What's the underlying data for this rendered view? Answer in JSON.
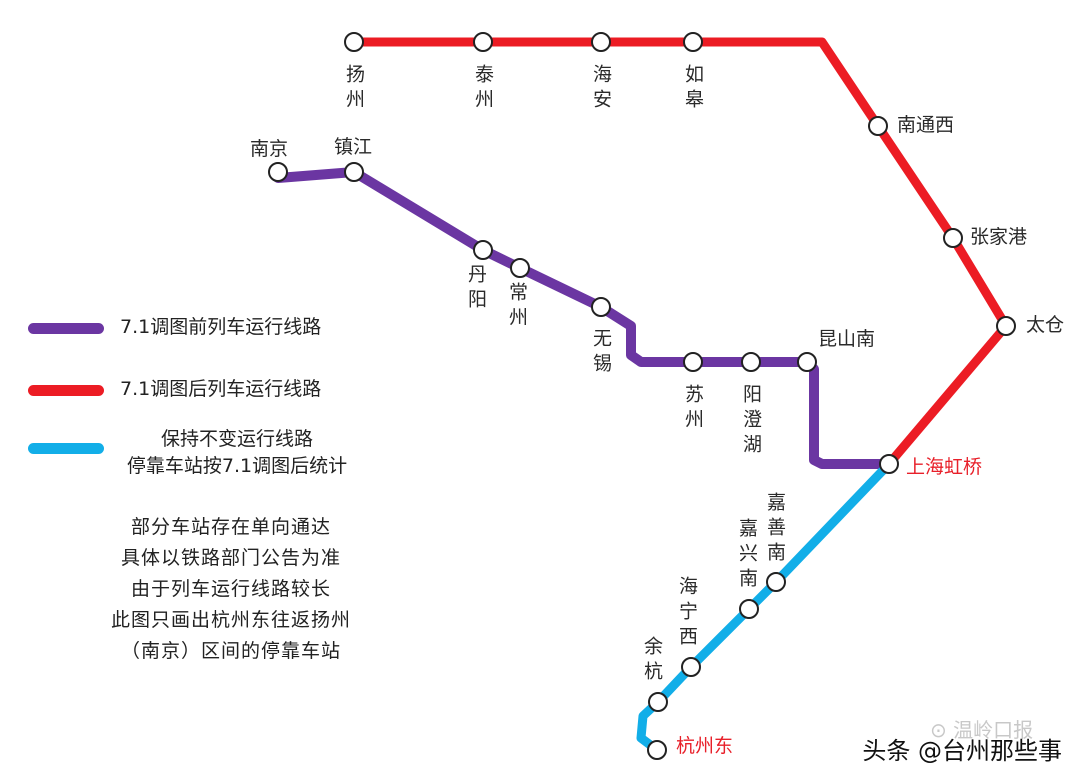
{
  "colors": {
    "purple": "#6b36a2",
    "red": "#ec1c24",
    "blue": "#12aee8",
    "station_fill": "#ffffff",
    "station_stroke": "#222222",
    "highlight_text": "#e8202a"
  },
  "stations": {
    "yangzhou": "扬州",
    "taizhou": "泰州",
    "haian": "海安",
    "rugao": "如皋",
    "nantongxi": "南通西",
    "zhangjiagang": "张家港",
    "taicang": "太仓",
    "nanjing": "南京",
    "zhenjiang": "镇江",
    "danyang": "丹阳",
    "changzhou": "常州",
    "wuxi": "无锡",
    "suzhou": "苏州",
    "yangchenghu": "阳澄湖",
    "kunshannan": "昆山南",
    "shanghaihongqiao": "上海虹桥",
    "jiashannan": "嘉善南",
    "jiaxingnan": "嘉兴南",
    "hainingxi": "海宁西",
    "yuhang": "余杭",
    "hangzhoudong": "杭州东"
  },
  "legend": {
    "purple_label": "7.1调图前列车运行线路",
    "red_label": "7.1调图后列车运行线路",
    "blue_label_line1": "保持不变运行线路",
    "blue_label_line2": "停靠车站按7.1调图后统计"
  },
  "notes": [
    "部分车站存在单向通达",
    "具体以铁路部门公告为准",
    "由于列车运行线路较长",
    "此图只画出杭州东往返扬州",
    "（南京）区间的停靠车站"
  ],
  "watermark": {
    "main": "头条 @台州那些事",
    "faint": "⊙ 温岭口报"
  }
}
